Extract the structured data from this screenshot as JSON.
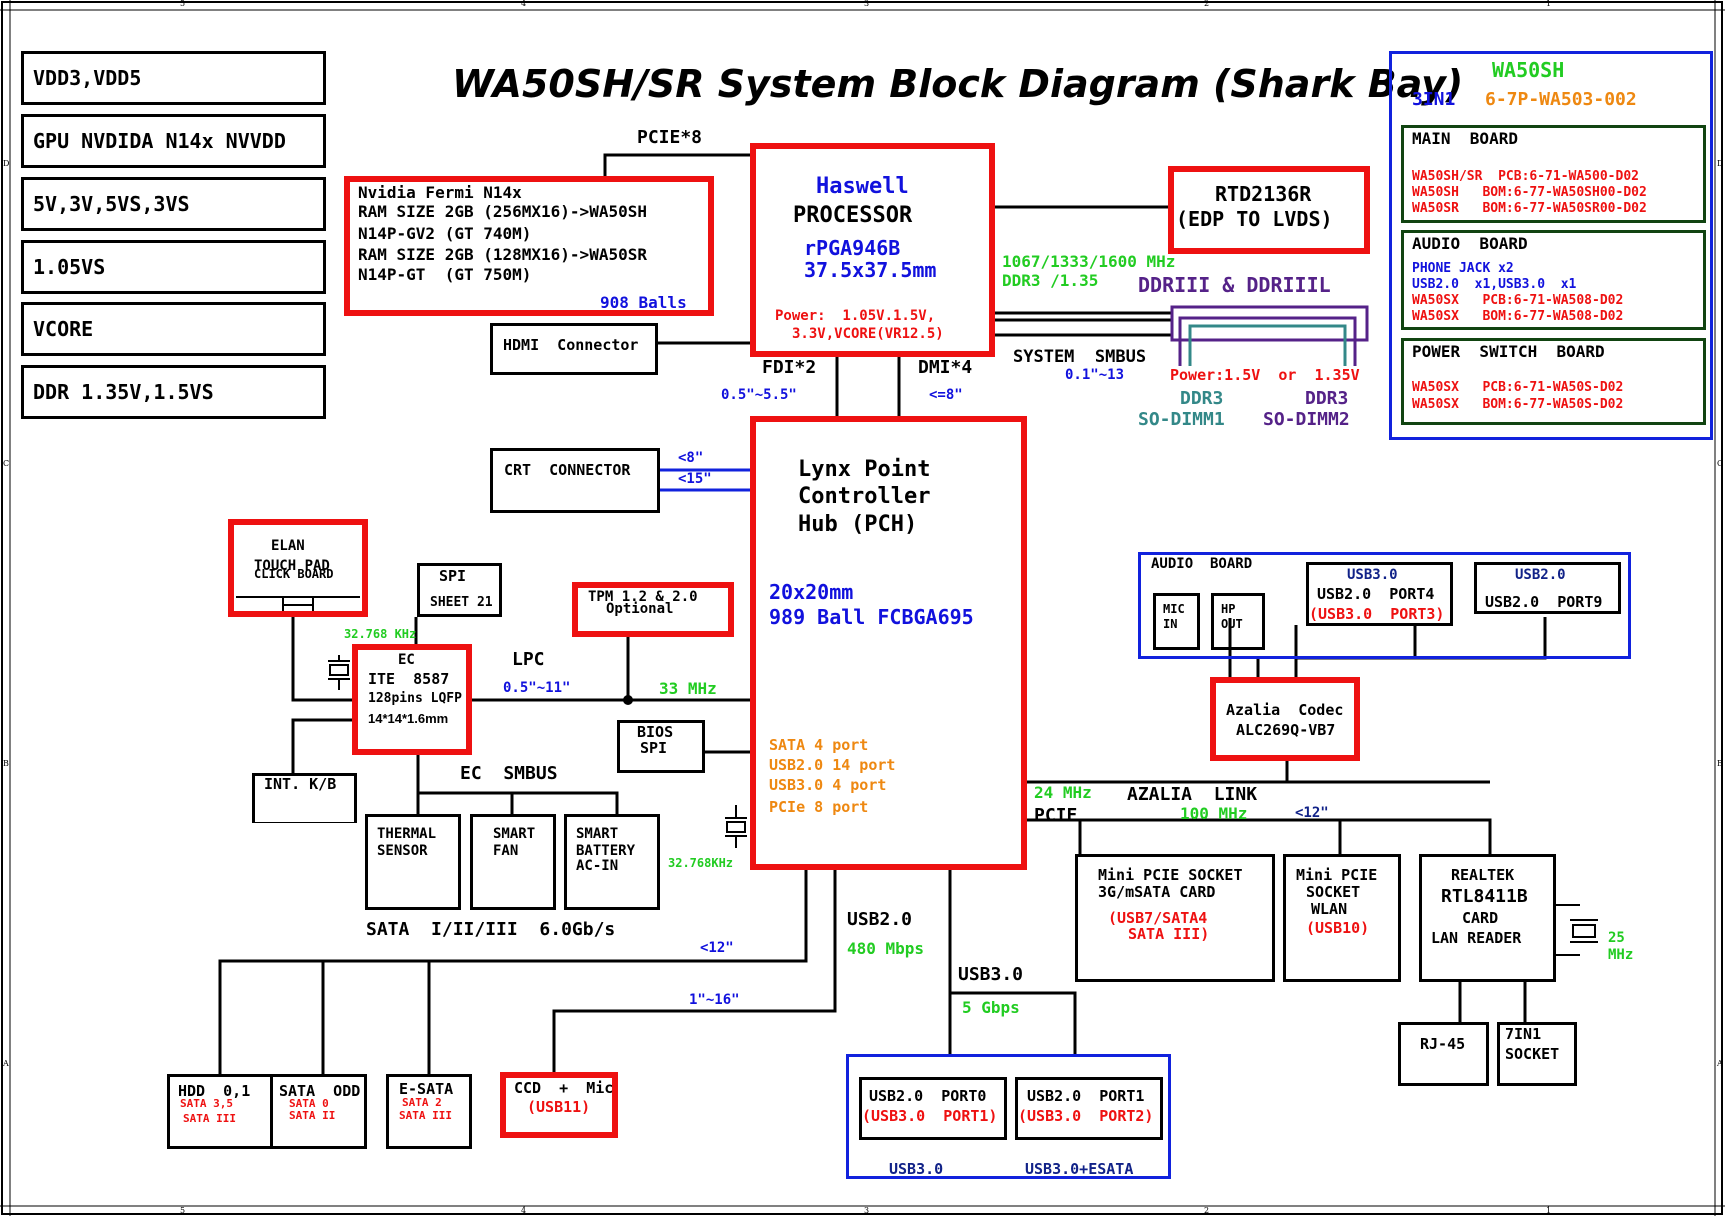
{
  "title": "WA50SH/SR  System Block Diagram (Shark Bay)",
  "frame": {
    "top_ticks": [
      "5",
      "4",
      "3",
      "2",
      "1"
    ],
    "side_ticks": [
      "D",
      "C",
      "B",
      "A"
    ]
  },
  "power_rails": [
    "VDD3,VDD5",
    "GPU NVDIDA N14x NVVDD",
    "5V,3V,5VS,3VS",
    "1.05VS",
    "VCORE",
    "DDR 1.35V,1.5VS"
  ],
  "gpu": {
    "lines": [
      "Nvidia Fermi N14x",
      "RAM SIZE 2GB (256MX16)->WA50SH",
      "N14P-GV2 (GT 740M)",
      "RAM SIZE 2GB (128MX16)->WA50SR",
      "N14P-GT  (GT 750M)"
    ],
    "balls": "908 Balls"
  },
  "pcie_x8": "PCIE*8",
  "cpu": {
    "name": "Haswell",
    "type": "PROCESSOR",
    "pkg1": "rPGA946B",
    "pkg2": "37.5x37.5mm",
    "power1": "Power:  1.05V.1.5V,",
    "power2": "3.3V,VCORE(VR12.5)"
  },
  "hdmi": "HDMI  Connector",
  "rtd": {
    "line1": "RTD2136R",
    "line2": "(EDP TO LVDS)"
  },
  "ddr": {
    "speed": "1067/1333/1600 MHz",
    "ddr": "DDR3 /1.35",
    "bus": "DDRIII & DDRIIIL",
    "smbus": "SYSTEM  SMBUS",
    "smbus_len": "0.1\"~13",
    "power": "Power:1.5V  or  1.35V",
    "dimm1_a": "DDR3",
    "dimm1_b": "SO-DIMM1",
    "dimm2_a": "DDR3",
    "dimm2_b": "SO-DIMM2"
  },
  "fdi": {
    "label": "FDI*2",
    "len": "0.5\"~5.5\""
  },
  "dmi": {
    "label": "DMI*4",
    "len": "<=8\""
  },
  "crt": {
    "label": "CRT  CONNECTOR",
    "len1": "<8\"",
    "len2": "<15\""
  },
  "pch": {
    "l1": "Lynx Point",
    "l2": "Controller",
    "l3": "Hub (PCH)",
    "pkg1": "20x20mm",
    "pkg2": "989 Ball FCBGA695",
    "f1": "SATA 4 port",
    "f2": "USB2.0 14 port",
    "f3": "USB3.0 4 port",
    "f4": "PCIe 8 port"
  },
  "elan": {
    "l1": "ELAN",
    "l2": "TOUCH PAD",
    "l3": "CLICK BOARD"
  },
  "spi": {
    "l1": "SPI",
    "l2": "SHEET 21"
  },
  "tpm": {
    "l1": "TPM 1.2 & 2.0",
    "l2": "Optional"
  },
  "ec": {
    "xtal": "32.768 KHz",
    "l1": "EC",
    "l2": "ITE  8587",
    "l3": "128pins LQFP",
    "l4": "14*14*1.6mm"
  },
  "lpc": {
    "label": "LPC",
    "len": "0.5\"~11\"",
    "clk": "33 MHz"
  },
  "bios": {
    "l1": "BIOS",
    "l2": "SPI"
  },
  "kb": "INT. K/B",
  "ec_smbus": "EC  SMBUS",
  "thermal": {
    "l1": "THERMAL",
    "l2": "SENSOR"
  },
  "fan": {
    "l1": "SMART",
    "l2": "FAN"
  },
  "battery": {
    "l1": "SMART",
    "l2": "BATTERY",
    "l3": "AC-IN"
  },
  "pch_xtal": "32.768KHz",
  "sata": {
    "label": "SATA  I/II/III  6.0Gb/s",
    "len": "<12\""
  },
  "hdd": {
    "l1": "HDD  0,1",
    "l2": "SATA 3,5",
    "l3": "SATA III"
  },
  "odd": {
    "l1": "SATA  ODD",
    "l2": "SATA 0",
    "l3": "SATA II"
  },
  "esata": {
    "l1": "E-SATA",
    "l2": "SATA 2",
    "l3": "SATA III"
  },
  "ccd": {
    "l1": "CCD  +  Mic",
    "l2": "(USB11)",
    "len": "1\"~16\""
  },
  "usb2": {
    "label": "USB2.0",
    "speed": "480 Mbps"
  },
  "usb3": {
    "label": "USB3.0",
    "speed": "5 Gbps"
  },
  "usb_ports": {
    "p0a": "USB2.0  PORT0",
    "p0b": "(USB3.0  PORT1)",
    "p1a": "USB2.0  PORT1",
    "p1b": "(USB3.0  PORT2)",
    "cap0": "USB3.0",
    "cap1": "USB3.0+ESATA"
  },
  "audio_board": {
    "title": "AUDIO  BOARD",
    "mic1": "MIC",
    "mic2": "IN",
    "hp1": "HP",
    "hp2": "OUT",
    "u3": "USB3.0",
    "p4": "USB2.0  PORT4",
    "p3": "(USB3.0  PORT3)",
    "u2": "USB2.0",
    "p9": "USB2.0  PORT9"
  },
  "azalia": {
    "l1": "Azalia  Codec",
    "l2": "ALC269Q-VB7",
    "link": "AZALIA  LINK"
  },
  "pcie": {
    "clk": "24 MHz",
    "label": "PCIE",
    "clk2": "100 MHz",
    "len": "<12\""
  },
  "minipcie1": {
    "l1": "Mini PCIE SOCKET",
    "l2": "3G/mSATA CARD",
    "l3": "(USB7/SATA4",
    "l4": "SATA III)"
  },
  "minipcie2": {
    "l1": "Mini PCIE",
    "l2": "SOCKET",
    "l3": "WLAN",
    "l4": "(USB10)"
  },
  "realtek": {
    "l1": "REALTEK",
    "l2": "RTL8411B",
    "l3": "CARD",
    "l4": "LAN READER",
    "xtal1": "25",
    "xtal2": "MHz"
  },
  "rj45": "RJ-45",
  "socket7": {
    "l1": "7IN1",
    "l2": "SOCKET"
  },
  "legend": {
    "title": "WA50SH",
    "sub_a": "3IN1",
    "sub_b": "6-7P-WA503-002",
    "main": {
      "title": "MAIN  BOARD",
      "r1": "WA50SH/SR  PCB:6-71-WA500-D02",
      "r2": "WA50SH   BOM:6-77-WA50SH00-D02",
      "r3": "WA50SR   BOM:6-77-WA50SR00-D02"
    },
    "audio": {
      "title": "AUDIO  BOARD",
      "r1": "PHONE JACK x2",
      "r2": "USB2.0  x1,USB3.0  x1",
      "r3": "WA50SX   PCB:6-71-WA508-D02",
      "r4": "WA50SX   BOM:6-77-WA508-D02"
    },
    "power": {
      "title": "POWER  SWITCH  BOARD",
      "r1": "WA50SX   PCB:6-71-WA50S-D02",
      "r2": "WA50SX   BOM:6-77-WA50S-D02"
    }
  },
  "colors": {
    "red": "#ee1111",
    "blue": "#1122dd",
    "green": "#22cc22",
    "orange": "#ee8811",
    "teal": "#338888",
    "purple": "#552288",
    "darkgreen": "#114411"
  }
}
